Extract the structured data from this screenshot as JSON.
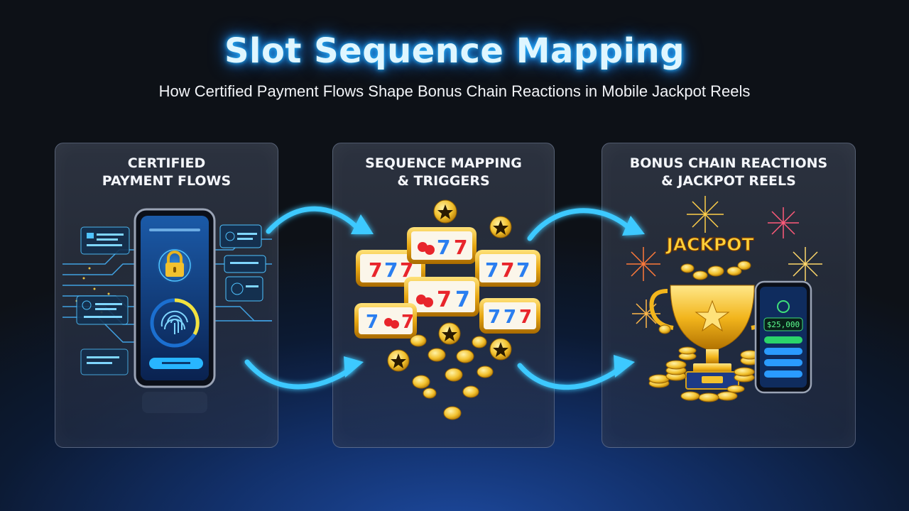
{
  "header": {
    "title": "Slot Sequence Mapping",
    "subtitle": "How Certified Payment Flows Shape Bonus Chain Reactions in Mobile Jackpot Reels"
  },
  "panels": [
    {
      "title": "CERTIFIED\nPAYMENT FLOWS"
    },
    {
      "title": "SEQUENCE MAPPING\n& TRIGGERS"
    },
    {
      "title": "BONUS CHAIN REACTIONS\n& JACKPOT REELS"
    }
  ],
  "jackpot": {
    "label": "JACKPOT",
    "phone_amount": "$25,000"
  },
  "reels": {
    "symbol": "7"
  },
  "colors": {
    "accent_glow": "#29b8ff",
    "gold": "#f2c12e",
    "panel_border": "#8c9bb9"
  },
  "icons": {
    "payment": "padlock-icon",
    "biometric": "fingerprint-icon",
    "bonus": "star-icon",
    "reward": "trophy-icon"
  }
}
